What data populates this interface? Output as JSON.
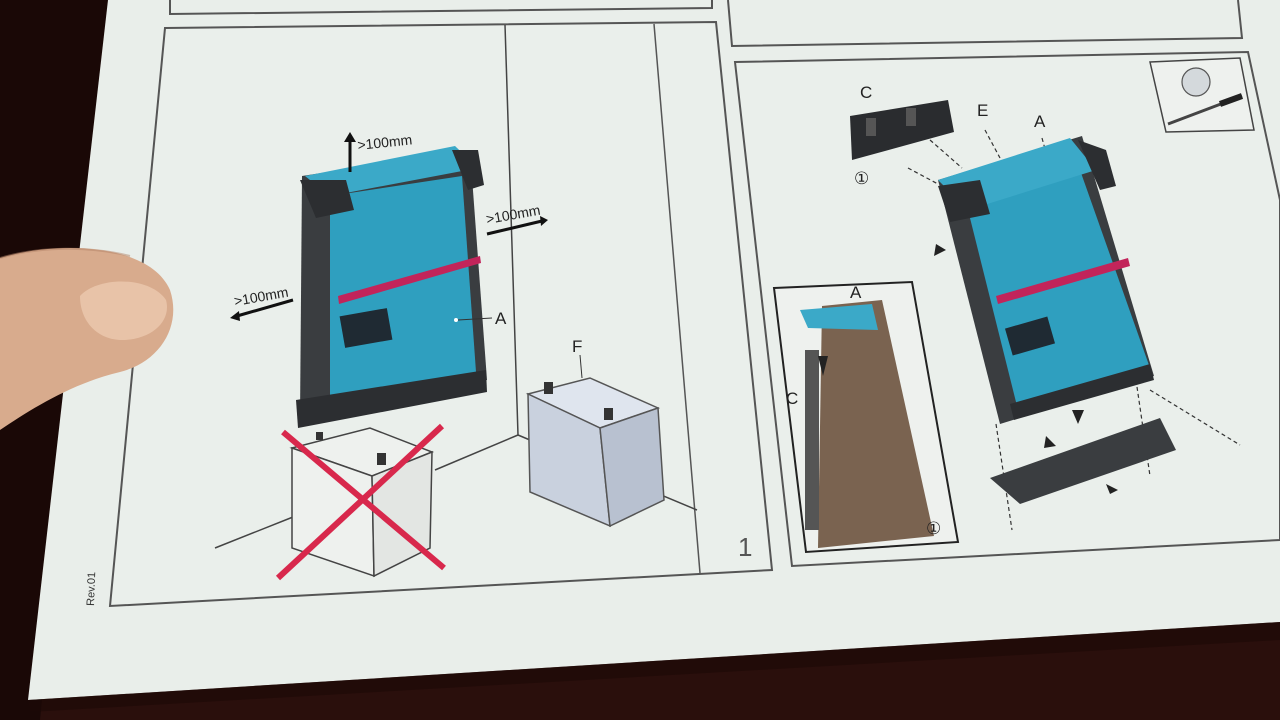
{
  "image": {
    "kind": "photo of printed installation manual page",
    "panels": {
      "left": {
        "clearance_top": ">100mm",
        "clearance_right": ">100mm",
        "clearance_left": ">100mm",
        "callout_a": "A",
        "callout_f": "F",
        "step_number": "1"
      },
      "right": {
        "callout_c": "C",
        "callout_e": "E",
        "callout_a": "A",
        "circled_one_top": "①",
        "inset_callout_a": "A",
        "inset_callout_c": "C",
        "inset_circled_one": "①"
      }
    },
    "revision": "Rev.01",
    "colors": {
      "paper": "#e9eeea",
      "device_teal": "#2f9fbf",
      "device_frame": "#3a3d40",
      "magenta_stripe": "#c2245a",
      "red_cross": "#d8284c",
      "battery_fill": "#c9d1de",
      "wall_brown": "#7a6350",
      "wood": "#2a0f0c"
    }
  }
}
